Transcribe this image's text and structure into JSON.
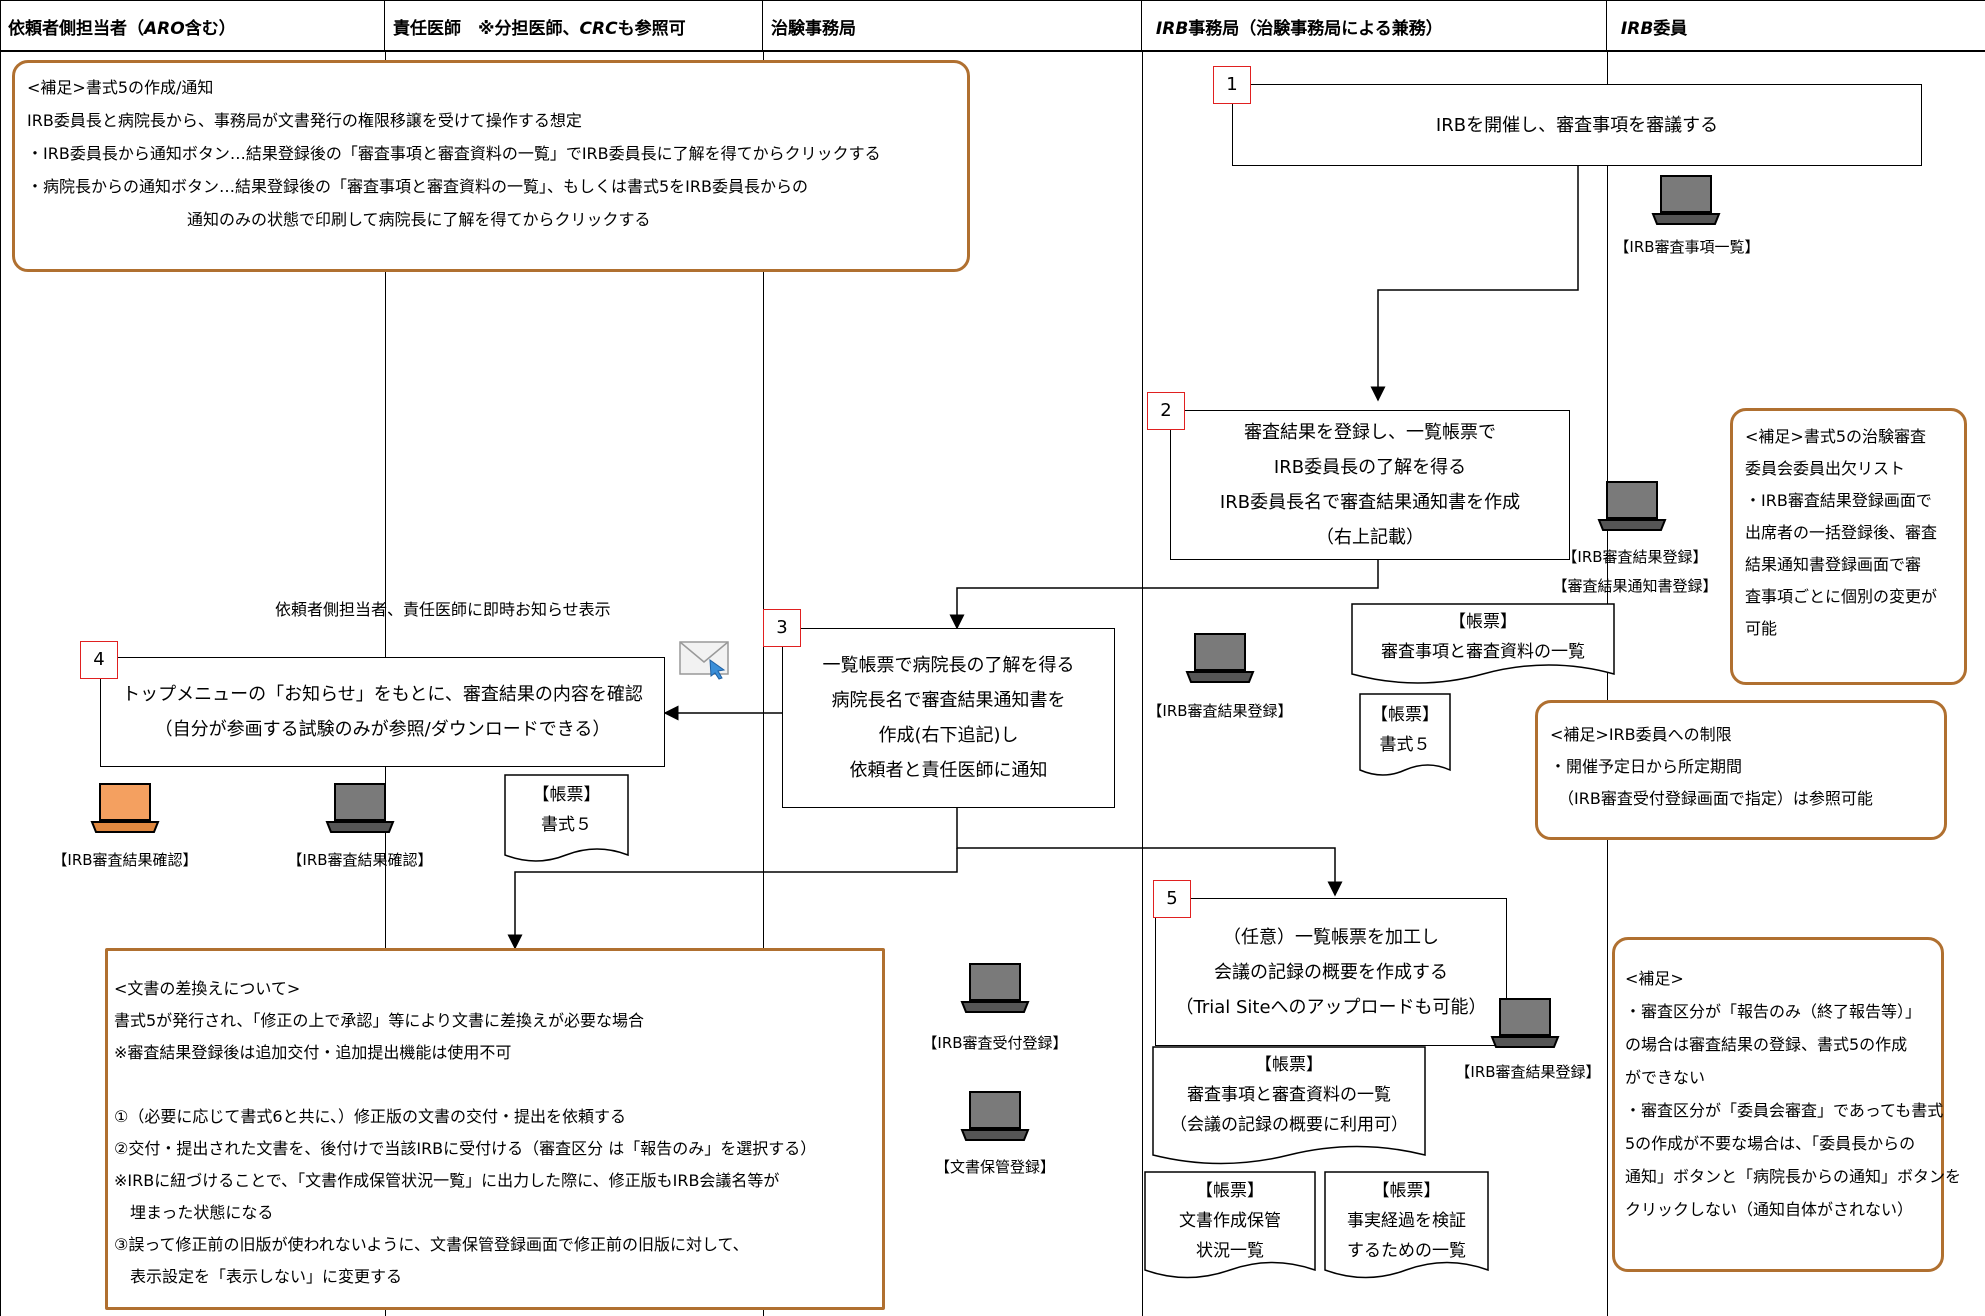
{
  "lanes": [
    {
      "label_pre": "依頼者側担当者（",
      "label_em": "ARO",
      "label_post": "含む）"
    },
    {
      "label_pre": "責任医師　※分担医師、",
      "label_em": "CRC",
      "label_post": "も参照可"
    },
    {
      "label_pre": "治験事務局",
      "label_em": "",
      "label_post": ""
    },
    {
      "label_pre": "",
      "label_em": "IRB",
      "label_post": "事務局（治験事務局による兼務）"
    },
    {
      "label_pre": "",
      "label_em": "IRB",
      "label_post": "委員"
    }
  ],
  "note_top": [
    "<補足>書式5の作成/通知",
    "IRB委員長と病院長から、事務局が文書発行の権限移譲を受けて操作する想定",
    "・IRB委員長から通知ボタン…結果登録後の「審査事項と審査資料の一覧」でIRB委員長に了解を得てからクリックする",
    "・病院長からの通知ボタン…結果登録後の「審査事項と審査資料の一覧」、もしくは書式5をIRB委員長からの",
    "　　　　　　　　　　通知のみの状態で印刷して病院長に了解を得てからクリックする"
  ],
  "steps": {
    "s1": {
      "num": "1",
      "lines": [
        "IRBを開催し、審査事項を審議する"
      ]
    },
    "s2": {
      "num": "2",
      "lines": [
        "審査結果を登録し、一覧帳票で",
        "IRB委員長の了解を得る",
        "IRB委員長名で審査結果通知書を作成",
        "（右上記載）"
      ]
    },
    "s3": {
      "num": "3",
      "lines": [
        "一覧帳票で病院長の了解を得る",
        "病院長名で審査結果通知書を",
        "作成(右下追記)し",
        "依頼者と責任医師に通知"
      ]
    },
    "s4": {
      "num": "4",
      "lines": [
        "トップメニューの「お知らせ」をもとに、審査結果の内容を確認",
        "（自分が参画する試験のみが参照/ダウンロードできる）"
      ]
    },
    "s5": {
      "num": "5",
      "lines": [
        "（任意）一覧帳票を加工し",
        "会議の記録の概要を作成する",
        "（Trial Siteへのアップロードも可能）"
      ]
    }
  },
  "notify_text": "依頼者側担当者、責任医師に即時お知らせ表示",
  "screens": {
    "irb_list": "【IRB審査事項一覧】",
    "irb_result_reg": "【IRB審査結果登録】",
    "result_notice_reg": "【審査結果通知書登録】",
    "irb_result_reg2": "【IRB審査結果登録】",
    "irb_check1": "【IRB審査結果確認】",
    "irb_check2": "【IRB審査結果確認】",
    "irb_accept": "【IRB審査受付登録】",
    "doc_store": "【文書保管登録】",
    "irb_result_reg3": "【IRB審査結果登録】"
  },
  "docs": {
    "d1": [
      "【帳票】",
      "審査事項と審査資料の一覧"
    ],
    "d2": [
      "【帳票】",
      "書式５"
    ],
    "d3": [
      "【帳票】",
      "書式５"
    ],
    "d4": [
      "【帳票】",
      "審査事項と審査資料の一覧",
      "（会議の記録の概要に利用可）"
    ],
    "d5": [
      "【帳票】",
      "文書作成保管",
      "状況一覧"
    ],
    "d6": [
      "【帳票】",
      "事実経過を検証",
      "するための一覧"
    ]
  },
  "note_attend": [
    "<補足>書式5の治験審査",
    "委員会委員出欠リスト",
    "・IRB審査結果登録画面で",
    "出席者の一括登録後、審査",
    "結果通知書登録画面で審",
    "査事項ごとに個別の変更が",
    "可能"
  ],
  "note_member": [
    "<補足>IRB委員への制限",
    "・開催予定日から所定期間",
    "　（IRB審査受付登録画面で指定）は参照可能"
  ],
  "note_docs": [
    "<文書の差換えについて>",
    "書式5が発行され、「修正の上で承認」等により文書に差換えが必要な場合",
    "※審査結果登録後は追加交付・追加提出機能は使用不可",
    "",
    "①（必要に応じて書式6と共に、）修正版の文書の交付・提出を依頼する",
    "②交付・提出された文書を、後付けで当該IRBに受付ける（審査区分 は「報告のみ」を選択する）",
    "※IRBに紐づけることで、「文書作成保管状況一覧」に出力した際に、修正版もIRB会議名等が",
    "　埋まった状態になる",
    "③誤って修正前の旧版が使われないように、文書保管登録画面で修正前の旧版に対して、",
    "　表示設定を「表示しない」に変更する"
  ],
  "note_right": [
    "<補足>",
    "・審査区分が「報告のみ（終了報告等）」",
    "の場合は審査結果の登録、書式5の作成",
    "ができない",
    "・審査区分が「委員会審査」であっても書式",
    "5の作成が不要な場合は、「委員長からの",
    "通知」ボタンと「病院長からの通知」ボタンを",
    "クリックしない（通知自体がされない）"
  ],
  "colors": {
    "note_border": "#b07030",
    "num_border": "#e02020",
    "highlight_pc": "#f4a060"
  }
}
